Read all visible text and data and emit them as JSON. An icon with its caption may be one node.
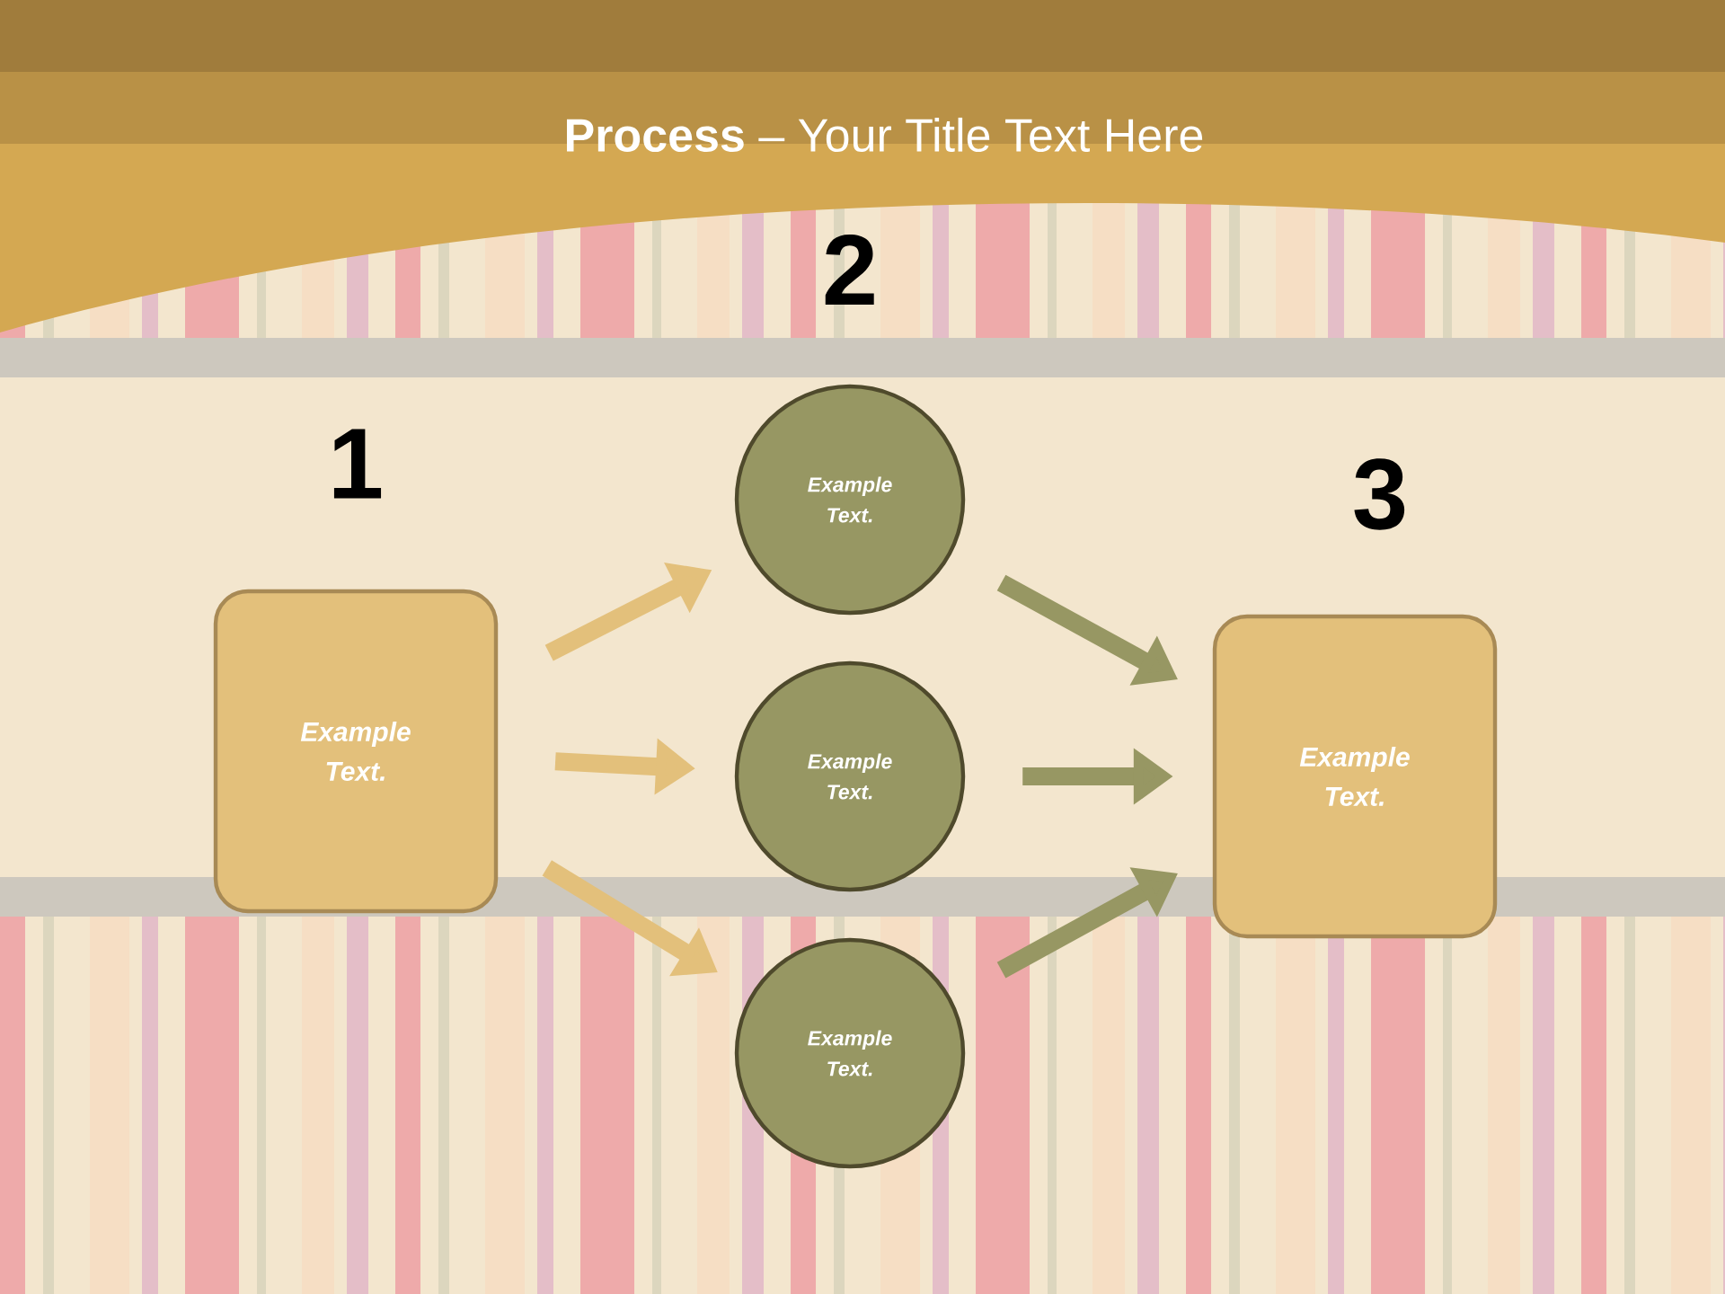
{
  "diagram": {
    "title": "**Process** – Your Title Text Here",
    "nodes": [
      {
        "text": [
          "Example Text."
        ],
        "beside": [
          "1"
        ]
      },
      {
        "text": [
          "Example Text."
        ],
        "beside": [
          "2"
        ]
      },
      {
        "text": [
          "Example Text."
        ]
      },
      {
        "text": [
          "Example Text."
        ]
      },
      {
        "text": [
          "Example Text."
        ],
        "beside": [
          "3"
        ]
      }
    ],
    "edges": [
      {
        "from": 0,
        "to": 1,
        "arrow": "to"
      },
      {
        "from": 0,
        "to": 2,
        "arrow": "to"
      },
      {
        "from": 0,
        "to": 3,
        "arrow": "to"
      },
      {
        "from": 1,
        "to": 4,
        "arrow": "to",
        "color": "#979763"
      },
      {
        "from": 2,
        "to": 4,
        "arrow": "to",
        "color": "#979763"
      },
      {
        "from": 3,
        "to": 4,
        "arrow": "to",
        "color": "#979763"
      }
    ]
  }
}
